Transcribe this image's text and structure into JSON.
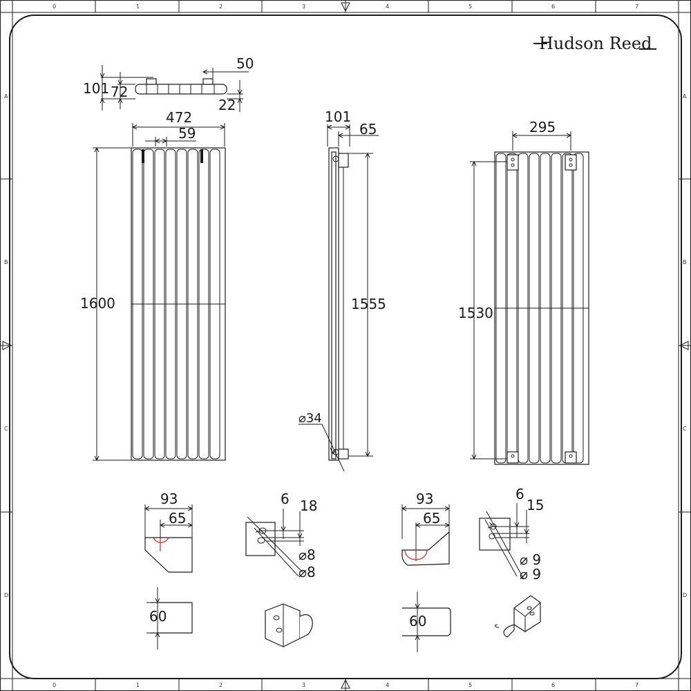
{
  "brand": {
    "logo_text": "Hudson Reed"
  },
  "frame": {
    "col_labels": [
      "0",
      "1",
      "2",
      "3",
      "4",
      "5",
      "6",
      "7"
    ],
    "row_labels": [
      "A",
      "B",
      "C",
      "D"
    ]
  },
  "front_view": {
    "top_width": "472",
    "tube_pitch": "59",
    "height": "1600",
    "plan_depth": "101",
    "plan_inner": "72",
    "plan_offset": "50",
    "plan_tube": "22"
  },
  "side_view": {
    "depth": "101",
    "wall_gap": "65",
    "height": "1555",
    "tube_dia": "⌀34"
  },
  "rear_view": {
    "bracket_spacing": "295",
    "bracket_height": "1530"
  },
  "bracket_a": {
    "width": "93",
    "inner": "65",
    "height": "60",
    "hole_pitch": "6",
    "hole_offset": "18",
    "hole_dia_1": "⌀8",
    "hole_dia_2": "⌀8"
  },
  "bracket_b": {
    "width": "93",
    "inner": "65",
    "height": "60",
    "hole_pitch": "6",
    "hole_offset": "15",
    "hole_dia_1": "⌀ 9",
    "hole_dia_2": "⌀ 9"
  }
}
